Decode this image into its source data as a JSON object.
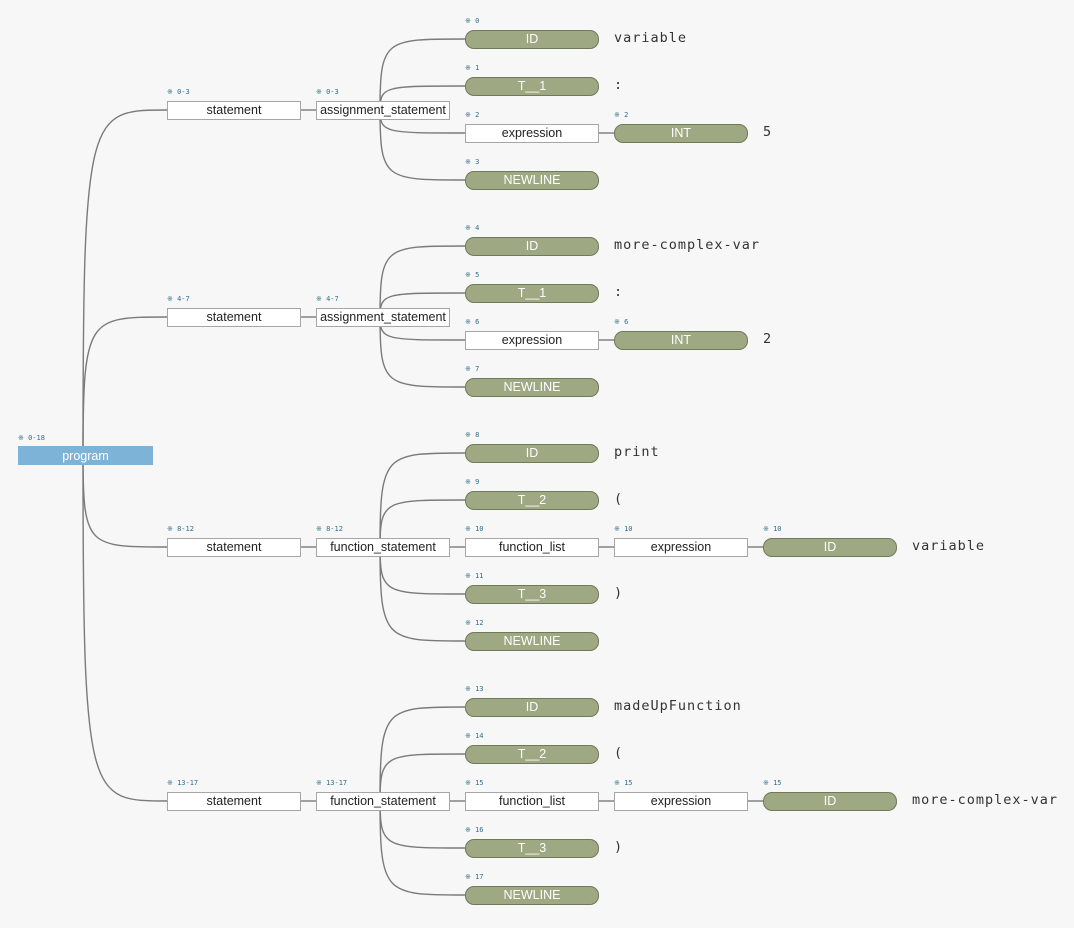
{
  "root": {
    "label": "program",
    "range": "※ 0-18"
  },
  "nodes": [
    {
      "id": "s0",
      "label": "statement",
      "range": "※ 0-3"
    },
    {
      "id": "a0",
      "label": "assignment_statement",
      "range": "※ 0-3"
    },
    {
      "id": "id0",
      "label": "ID",
      "range": "※ 0",
      "token": "variable"
    },
    {
      "id": "t0",
      "label": "T__1",
      "range": "※ 1",
      "token": ":"
    },
    {
      "id": "e0",
      "label": "expression",
      "range": "※ 2"
    },
    {
      "id": "i0",
      "label": "INT",
      "range": "※ 2",
      "token": "5"
    },
    {
      "id": "n0",
      "label": "NEWLINE",
      "range": "※ 3"
    },
    {
      "id": "s1",
      "label": "statement",
      "range": "※ 4-7"
    },
    {
      "id": "a1",
      "label": "assignment_statement",
      "range": "※ 4-7"
    },
    {
      "id": "id1",
      "label": "ID",
      "range": "※ 4",
      "token": "more-complex-var"
    },
    {
      "id": "t1",
      "label": "T__1",
      "range": "※ 5",
      "token": ":"
    },
    {
      "id": "e1",
      "label": "expression",
      "range": "※ 6"
    },
    {
      "id": "i1",
      "label": "INT",
      "range": "※ 6",
      "token": "2"
    },
    {
      "id": "n1",
      "label": "NEWLINE",
      "range": "※ 7"
    },
    {
      "id": "s2",
      "label": "statement",
      "range": "※ 8-12"
    },
    {
      "id": "f2",
      "label": "function_statement",
      "range": "※ 8-12"
    },
    {
      "id": "id2",
      "label": "ID",
      "range": "※ 8",
      "token": "print"
    },
    {
      "id": "t2a",
      "label": "T__2",
      "range": "※ 9",
      "token": "("
    },
    {
      "id": "fl2",
      "label": "function_list",
      "range": "※ 10"
    },
    {
      "id": "e2",
      "label": "expression",
      "range": "※ 10"
    },
    {
      "id": "idv2",
      "label": "ID",
      "range": "※ 10",
      "token": "variable"
    },
    {
      "id": "t2b",
      "label": "T__3",
      "range": "※ 11",
      "token": ")"
    },
    {
      "id": "n2",
      "label": "NEWLINE",
      "range": "※ 12"
    },
    {
      "id": "s3",
      "label": "statement",
      "range": "※ 13-17"
    },
    {
      "id": "f3",
      "label": "function_statement",
      "range": "※ 13-17"
    },
    {
      "id": "id3",
      "label": "ID",
      "range": "※ 13",
      "token": "madeUpFunction"
    },
    {
      "id": "t3a",
      "label": "T__2",
      "range": "※ 14",
      "token": "("
    },
    {
      "id": "fl3",
      "label": "function_list",
      "range": "※ 15"
    },
    {
      "id": "e3",
      "label": "expression",
      "range": "※ 15"
    },
    {
      "id": "idv3",
      "label": "ID",
      "range": "※ 15",
      "token": "more-complex-var"
    },
    {
      "id": "t3b",
      "label": "T__3",
      "range": "※ 16",
      "token": ")"
    },
    {
      "id": "n3",
      "label": "NEWLINE",
      "range": "※ 17"
    }
  ]
}
